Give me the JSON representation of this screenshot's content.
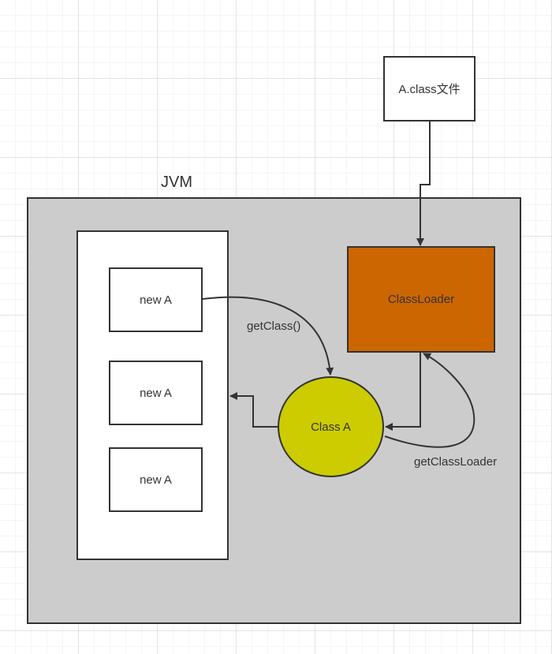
{
  "jvm": {
    "title": "JVM"
  },
  "nodes": {
    "class_file": "A.class文件",
    "class_loader": "ClassLoader",
    "class_a": "Class A",
    "instances": [
      "new A",
      "new A",
      "new A"
    ]
  },
  "edges": {
    "get_class": "getClass()",
    "get_class_loader": "getClassLoader"
  },
  "colors": {
    "jvm_fill": "#cccccc",
    "class_loader_fill": "#cc6600",
    "class_a_fill": "#cccc00",
    "stroke": "#333333"
  }
}
